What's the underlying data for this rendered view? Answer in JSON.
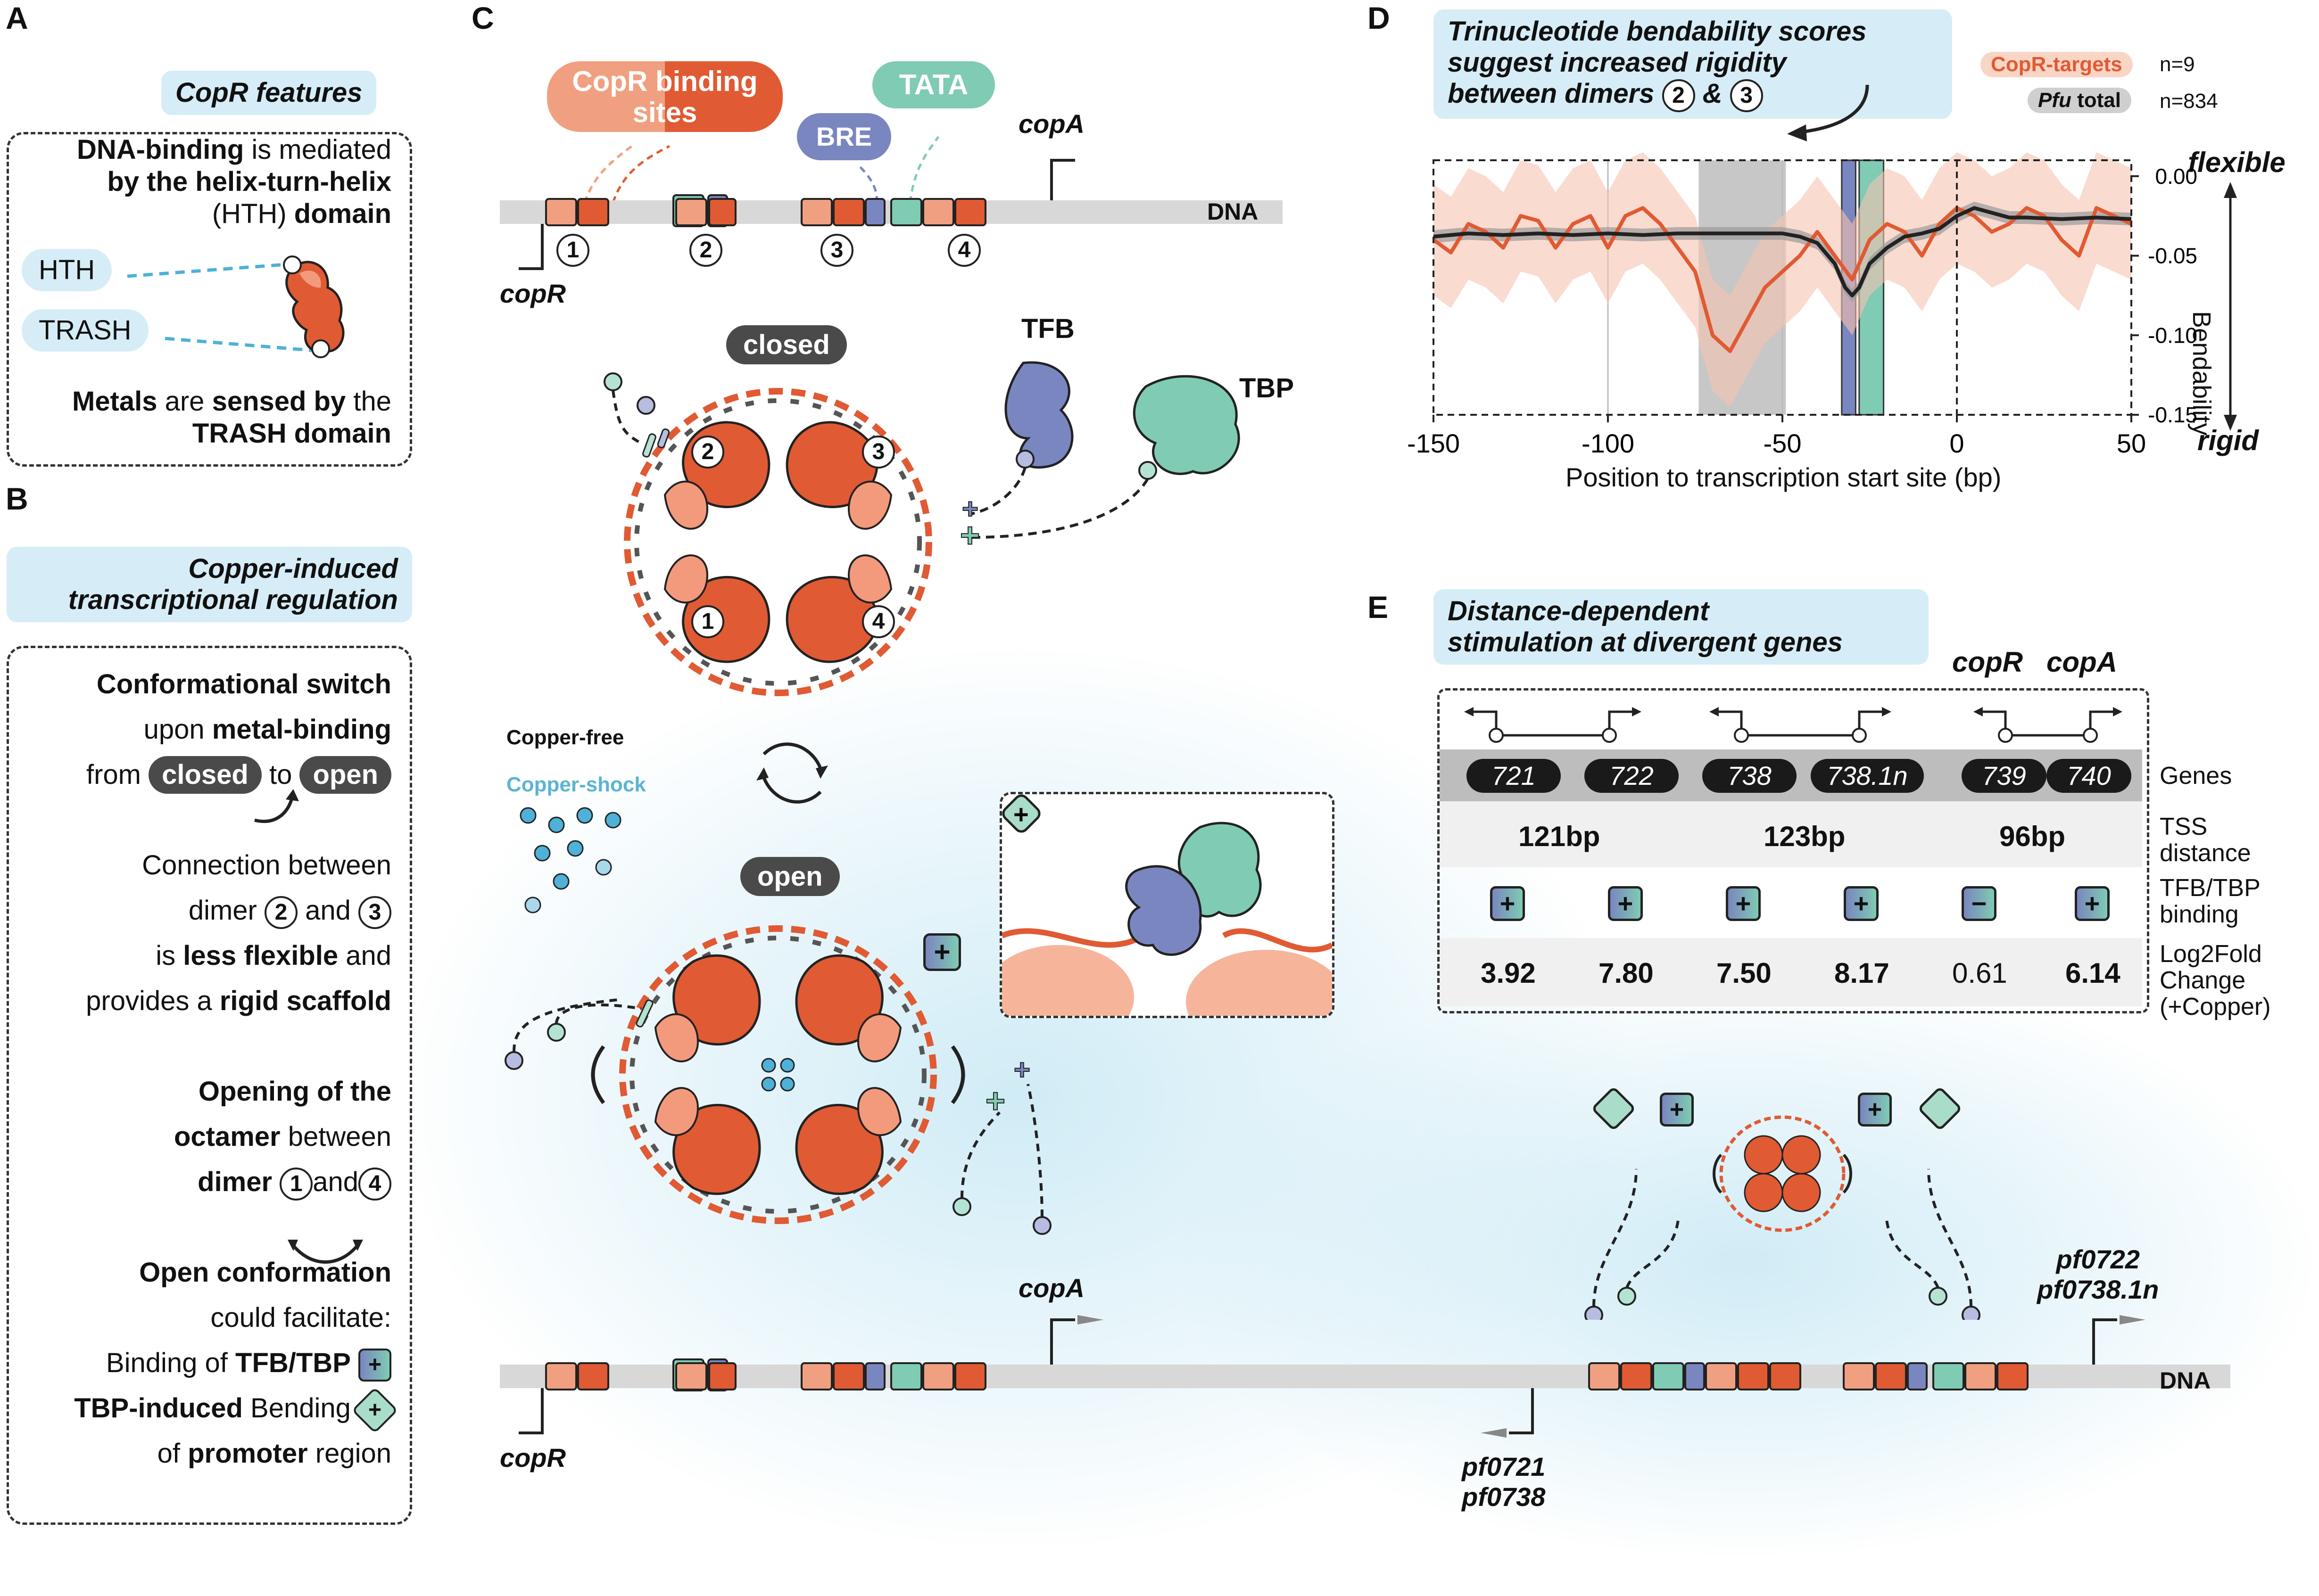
{
  "panels": {
    "a": "A",
    "b": "B",
    "c": "C",
    "d": "D",
    "e": "E"
  },
  "panelA": {
    "title": "CopR features",
    "line1_b1": "DNA-binding",
    "line1_t": " is mediated",
    "line2": "by the helix-turn-helix",
    "line3_t": "(HTH) ",
    "line3_b": "domain",
    "hth": "HTH",
    "trash": "TRASH",
    "line4_b1": "Metals",
    "line4_t1": " are ",
    "line4_b2": "sensed by",
    "line4_t2": " the",
    "line5": "TRASH domain"
  },
  "panelB": {
    "title_1": "Copper-induced",
    "title_2": "transcriptional regulation",
    "conf_title": "Conformational switch",
    "upon": "upon ",
    "metal": "metal-binding",
    "from": "from",
    "closed": "closed",
    "to": "to",
    "open": "open",
    "conn1": "Connection between",
    "dimer": "dimer",
    "n2": "2",
    "and": "and",
    "n3": "3",
    "is": "is ",
    "less": "less flexible",
    "and2": " and",
    "provides": "provides a ",
    "rigid": "rigid scaffold",
    "opening1": "Opening of the",
    "octamer": "octamer",
    "between": " between",
    "dimer2": "dimer",
    "n1": "1",
    "and3": "and",
    "n4": "4",
    "openconf": "Open conformation",
    "could": "could facilitate:",
    "bi": "Bi",
    "nding": "nding of ",
    "tfbtbp": "TFB/TBP",
    "tbpind": "TBP-induced",
    "be": " Be",
    "nding2": "nding",
    "of": "of ",
    "promoter": "promoter",
    "region": " region"
  },
  "panelC": {
    "copr_sites_1": "CopR binding",
    "copr_sites_2": "sites",
    "tata": "TATA",
    "bre": "BRE",
    "copA": "copA",
    "copR": "copR",
    "dna": "DNA",
    "site_nums": [
      "1",
      "2",
      "3",
      "4"
    ],
    "closed": "closed",
    "open": "open",
    "tfb": "TFB",
    "tbp": "TBP",
    "copper_free": "Copper-free",
    "copper_shock": "Copper-shock",
    "pf0721": "pf0721",
    "pf0738": "pf0738",
    "pf0722": "pf0722",
    "pf07381n": "pf0738.1n"
  },
  "panelD": {
    "title_1": "Trinucleotide bendability scores",
    "title_2": "suggest increased rigidity",
    "title_3": "between dimers",
    "amp": "&",
    "legend": [
      {
        "name": "CopR-targets",
        "n": "n=9",
        "color": "#e05a33"
      },
      {
        "name_it": "Pfu",
        "name": " total",
        "n": "n=834",
        "color": "#222222"
      }
    ],
    "flexible": "flexible",
    "rigid": "rigid",
    "ylabel": "Bendability",
    "xlabel": "Position to transcription start site (bp)"
  },
  "chart_data": {
    "type": "line",
    "xlim": [
      -150,
      50
    ],
    "ylim": [
      -0.15,
      0.01
    ],
    "xticks": [
      "-150",
      "-100",
      "-50",
      "0",
      "50"
    ],
    "yticks": [
      "0.00",
      "-0.05",
      "-0.10",
      "-0.15"
    ],
    "highlight_regions": [
      {
        "label": "between dimers 2 & 3",
        "range": [
          -74,
          -49
        ],
        "color": "#bdbdbd"
      },
      {
        "label": "BRE",
        "range": [
          -33,
          -29
        ],
        "color": "#7a86bf"
      },
      {
        "label": "TATA",
        "range": [
          -28,
          -21
        ],
        "color": "#7fcbb3"
      }
    ],
    "series": [
      {
        "name": "CopR-targets",
        "color": "#e05a33",
        "x": [
          -150,
          -145,
          -140,
          -135,
          -130,
          -125,
          -120,
          -115,
          -110,
          -105,
          -100,
          -95,
          -90,
          -85,
          -80,
          -75,
          -70,
          -65,
          -60,
          -55,
          -50,
          -45,
          -40,
          -35,
          -30,
          -25,
          -20,
          -15,
          -10,
          -5,
          0,
          5,
          10,
          15,
          20,
          25,
          30,
          35,
          40,
          45,
          50
        ],
        "y": [
          -0.04,
          -0.048,
          -0.03,
          -0.035,
          -0.045,
          -0.025,
          -0.028,
          -0.045,
          -0.03,
          -0.025,
          -0.045,
          -0.025,
          -0.02,
          -0.03,
          -0.045,
          -0.06,
          -0.1,
          -0.11,
          -0.09,
          -0.07,
          -0.06,
          -0.05,
          -0.035,
          -0.05,
          -0.065,
          -0.04,
          -0.03,
          -0.035,
          -0.05,
          -0.03,
          -0.02,
          -0.025,
          -0.035,
          -0.03,
          -0.02,
          -0.025,
          -0.04,
          -0.05,
          -0.02,
          -0.025,
          -0.03
        ]
      },
      {
        "name_it": "Pfu",
        "name": "Pfu total",
        "color": "#222222",
        "x": [
          -150,
          -140,
          -130,
          -120,
          -110,
          -100,
          -90,
          -80,
          -70,
          -60,
          -50,
          -45,
          -40,
          -35,
          -32,
          -30,
          -28,
          -25,
          -20,
          -15,
          -10,
          -5,
          0,
          5,
          10,
          15,
          20,
          30,
          40,
          50
        ],
        "y": [
          -0.038,
          -0.036,
          -0.037,
          -0.036,
          -0.037,
          -0.036,
          -0.037,
          -0.036,
          -0.036,
          -0.036,
          -0.036,
          -0.038,
          -0.042,
          -0.055,
          -0.07,
          -0.075,
          -0.07,
          -0.055,
          -0.045,
          -0.038,
          -0.036,
          -0.033,
          -0.025,
          -0.02,
          -0.023,
          -0.026,
          -0.026,
          -0.027,
          -0.026,
          -0.027
        ]
      }
    ]
  },
  "panelE": {
    "title_1": "Distance-dependent",
    "title_2": "stimulation at divergent genes",
    "copR": "copR",
    "copA": "copA",
    "genes": [
      "721",
      "722",
      "738",
      "738.1n",
      "739",
      "740"
    ],
    "distances": [
      "121bp",
      "123bp",
      "96bp"
    ],
    "signs": [
      "+",
      "+",
      "+",
      "+",
      "−",
      "+"
    ],
    "lfc": [
      "3.92",
      "7.80",
      "7.50",
      "8.17",
      "0.61",
      "6.14"
    ],
    "row_genes": "Genes",
    "row_tss_1": "TSS",
    "row_tss_2": "distance",
    "row_tfb_1": "TFB/TBP",
    "row_tfb_2": "binding",
    "row_lfc_1": "Log2Fold",
    "row_lfc_2": "Change",
    "row_lfc_3": "(+Copper)"
  },
  "colors": {
    "copr_light": "#f0a080",
    "copr_dark": "#e05a33",
    "bre": "#7a86bf",
    "tata": "#7fcbb3",
    "dna": "#d8d8d8",
    "pill": "#d6edf7"
  }
}
